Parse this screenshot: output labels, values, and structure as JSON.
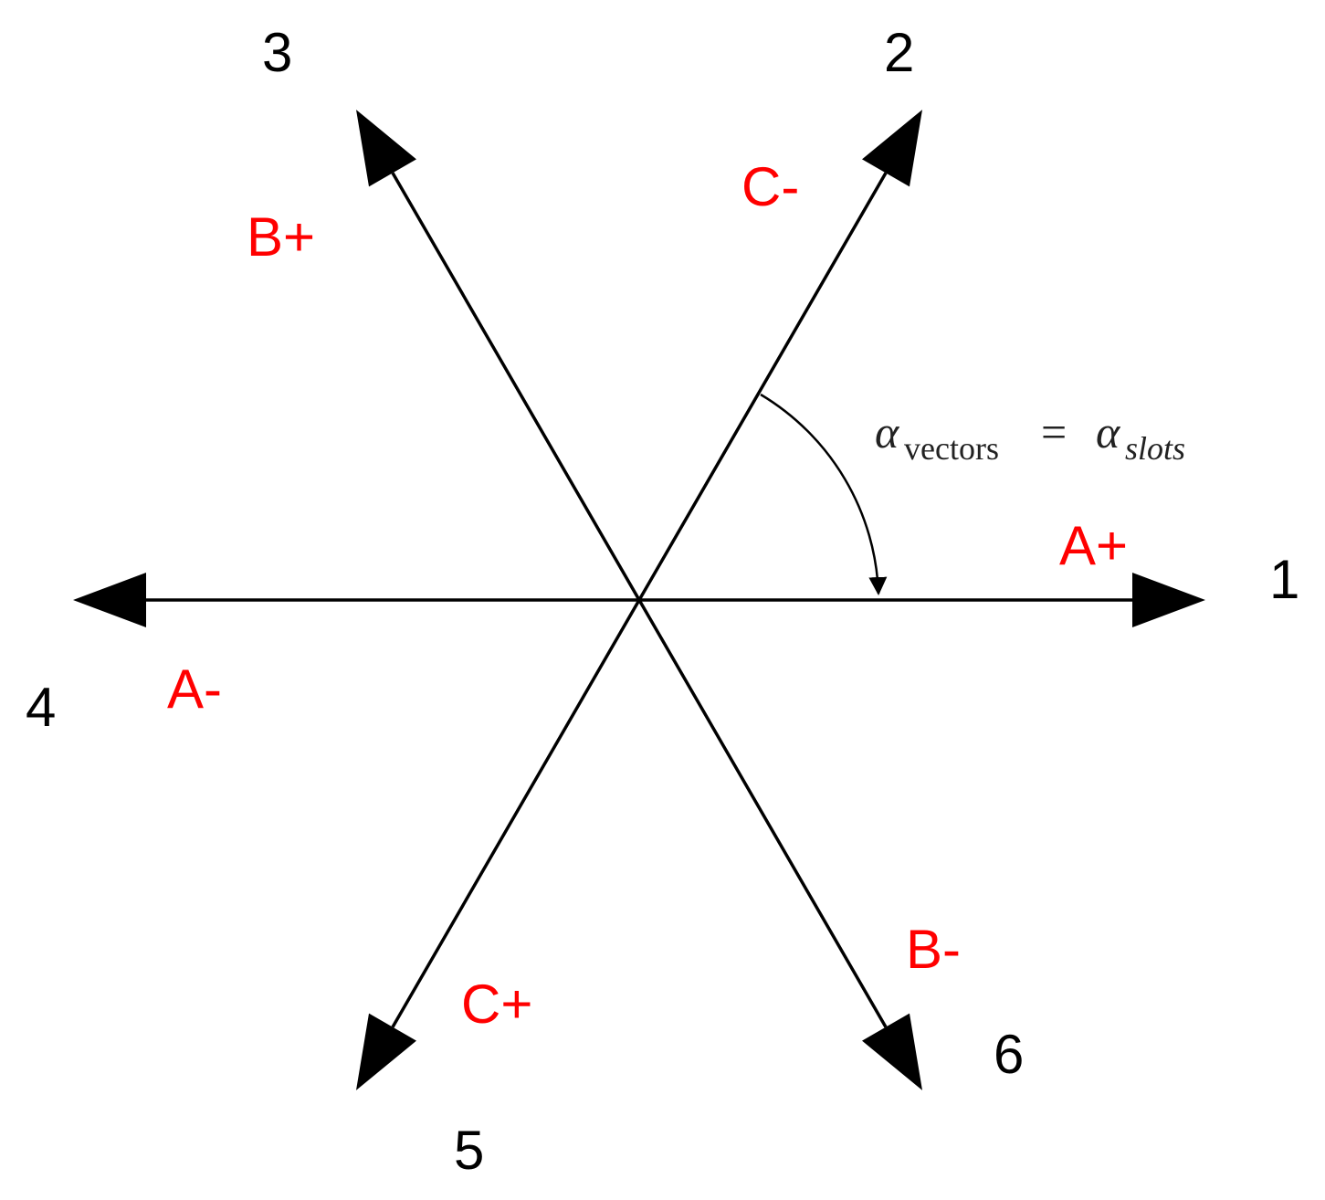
{
  "colors": {
    "line": "#000000",
    "numbers": "#000000",
    "phase_labels": "#ff0000",
    "formula": "#222222",
    "background": "#ffffff"
  },
  "vectors": [
    {
      "number": "1",
      "phase": "A+",
      "angle_deg": 0
    },
    {
      "number": "2",
      "phase": "C-",
      "angle_deg": 60
    },
    {
      "number": "3",
      "phase": "B+",
      "angle_deg": 120
    },
    {
      "number": "4",
      "phase": "A-",
      "angle_deg": 180
    },
    {
      "number": "5",
      "phase": "C+",
      "angle_deg": 240
    },
    {
      "number": "6",
      "phase": "B-",
      "angle_deg": 300
    }
  ],
  "formula": {
    "symbol": "α",
    "sub_left": "vectors",
    "equals": "=",
    "sub_right": "slots"
  }
}
